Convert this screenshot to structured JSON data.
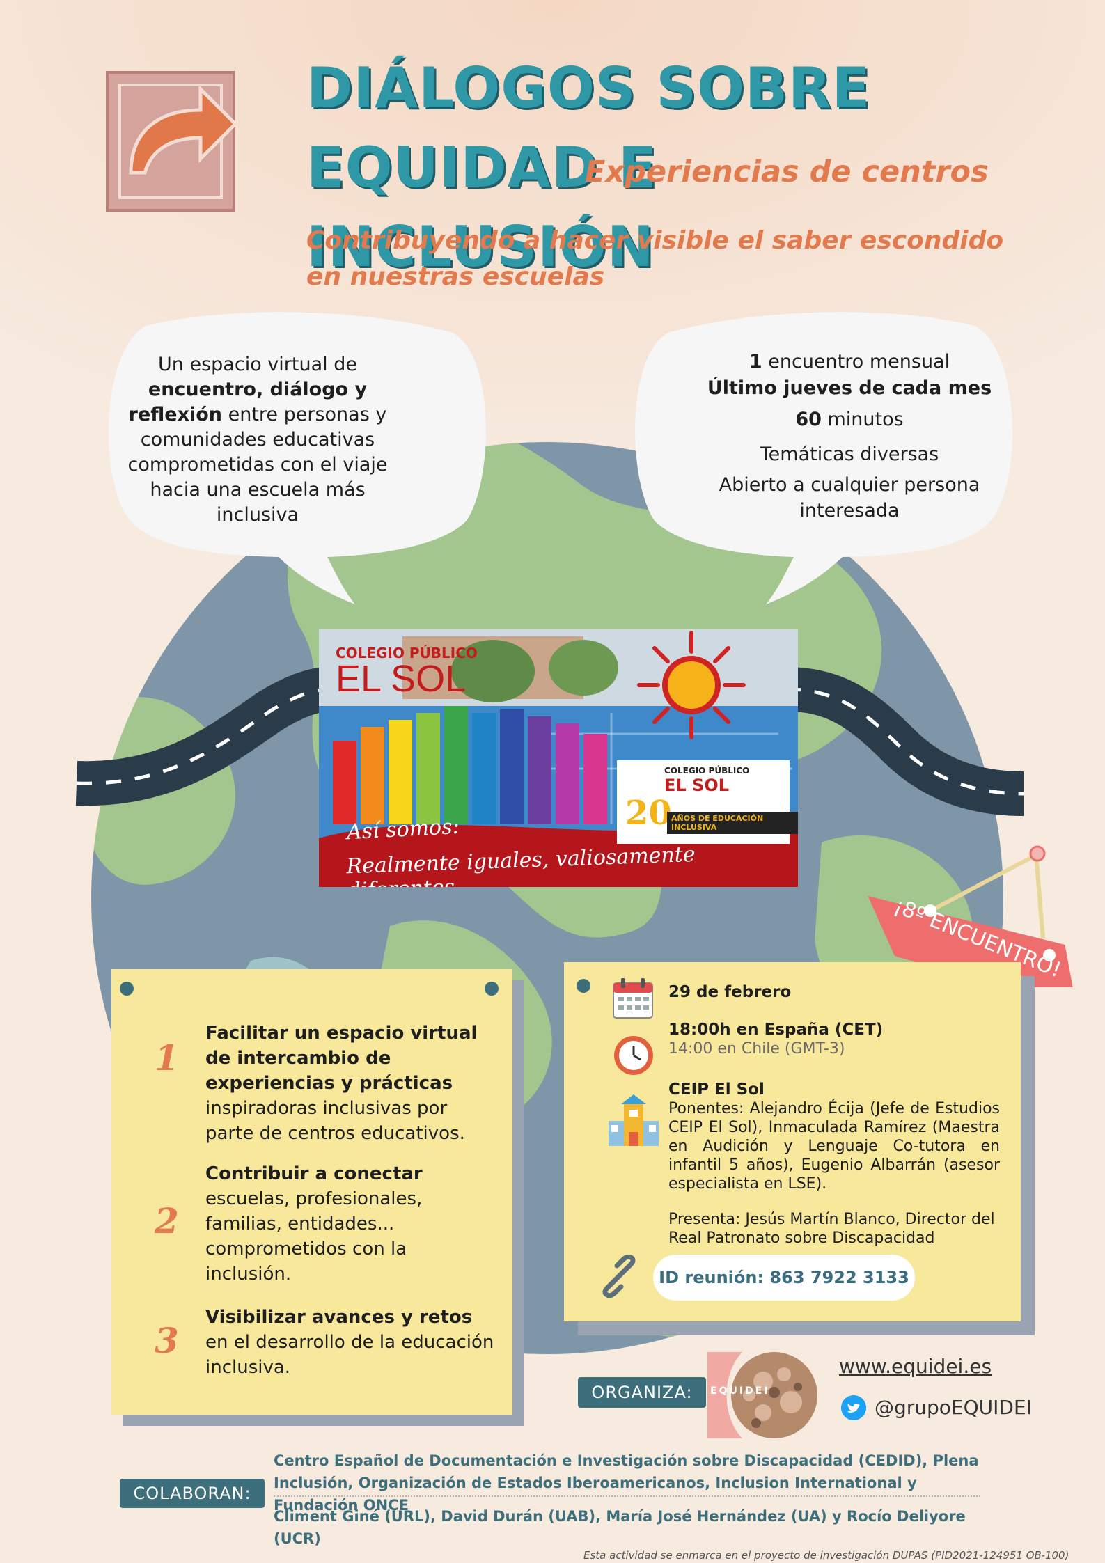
{
  "header": {
    "title_line1": "DIÁLOGOS SOBRE EQUIDAD E",
    "title_line2": "INCLUSIÓN",
    "subtitle": "Experiencias de centros",
    "tagline": "Contribuyendo a hacer visible el saber escondido en nuestras escuelas"
  },
  "bubble_left": {
    "line1": "Un espacio virtual de",
    "bold1": "encuentro, diálogo y",
    "bold2": "reflexión",
    "line2": " entre personas y",
    "line3": "comunidades educativas",
    "line4": "comprometidas con el viaje",
    "line5": "hacia una escuela más",
    "line6": "inclusiva"
  },
  "bubble_right": {
    "count": "1",
    "count_text": " encuentro mensual",
    "schedule": "Último jueves de cada mes",
    "minutes": "60",
    "minutes_text": " minutos",
    "topics": "Temáticas diversas",
    "open1": "Abierto a cualquier persona",
    "open2": "interesada"
  },
  "school_banner": {
    "label_top": "COLEGIO PÚBLICO",
    "label_name": "EL SOL",
    "slogan1": "Así somos:",
    "slogan2": "Realmente iguales, valiosamente diferentes",
    "badge_label": "COLEGIO PÚBLICO",
    "badge_name": "EL SOL",
    "badge_years": "20",
    "badge_caption": "AÑOS DE EDUCACIÓN INCLUSIVA"
  },
  "tag": {
    "text": "¡8º ENCUENTRO!"
  },
  "objectives": [
    {
      "number": "1",
      "bold": "Facilitar un espacio virtual de intercambio de experiencias y prácticas",
      "rest": " inspiradoras inclusivas por parte de centros educativos."
    },
    {
      "number": "2",
      "bold": "Contribuir a conectar",
      "rest": " escuelas, profesionales, familias, entidades... comprometidos con la inclusión."
    },
    {
      "number": "3",
      "bold": "Visibilizar avances y retos",
      "rest": " en el desarrollo de la educación inclusiva."
    }
  ],
  "event": {
    "date": "29 de febrero",
    "time_spain": "18:00h en España (CET)",
    "time_chile": "14:00 en Chile (GMT-3)",
    "school": "CEIP El Sol",
    "speakers": "Ponentes: Alejandro Écija (Jefe de Estudios CEIP El Sol), Inmaculada Ramírez (Maestra en Audición y Lenguaje Co-tutora en infantil 5 años), Eugenio Albarrán (asesor especialista en LSE).",
    "presenter": "Presenta:  Jesús Martín Blanco, Director del Real Patronato sobre Discapacidad",
    "meeting_id": "ID reunión: 863 7922 3133"
  },
  "footer": {
    "organiza": "ORGANIZA:",
    "org_logo_text": "EQUIDEI",
    "website": "www.equidei.es",
    "twitter": "@grupoEQUIDEI",
    "colaboran": "COLABORAN:",
    "collaborators": "Centro Español de Documentación e Investigación sobre Discapacidad (CEDID), Plena Inclusión, Organización de Estados Iberoamericanos, Inclusion International y Fundación ONCE",
    "people": "Climent Giné (URL), David Durán (UAB), María José Hernández (UA) y Rocío Deliyore (UCR)",
    "project_note": "Esta actividad se enmarca en el proyecto de investigación DUPAS  (PID2021-124951 OB-100)"
  },
  "colors": {
    "title": "#2f98a6",
    "accent": "#e27a4e",
    "card": "#f7e89c",
    "pill": "#3d6e7c",
    "globe_water": "#7f95a8",
    "globe_land": "#a3c68f",
    "tag": "#ee6d6d"
  }
}
